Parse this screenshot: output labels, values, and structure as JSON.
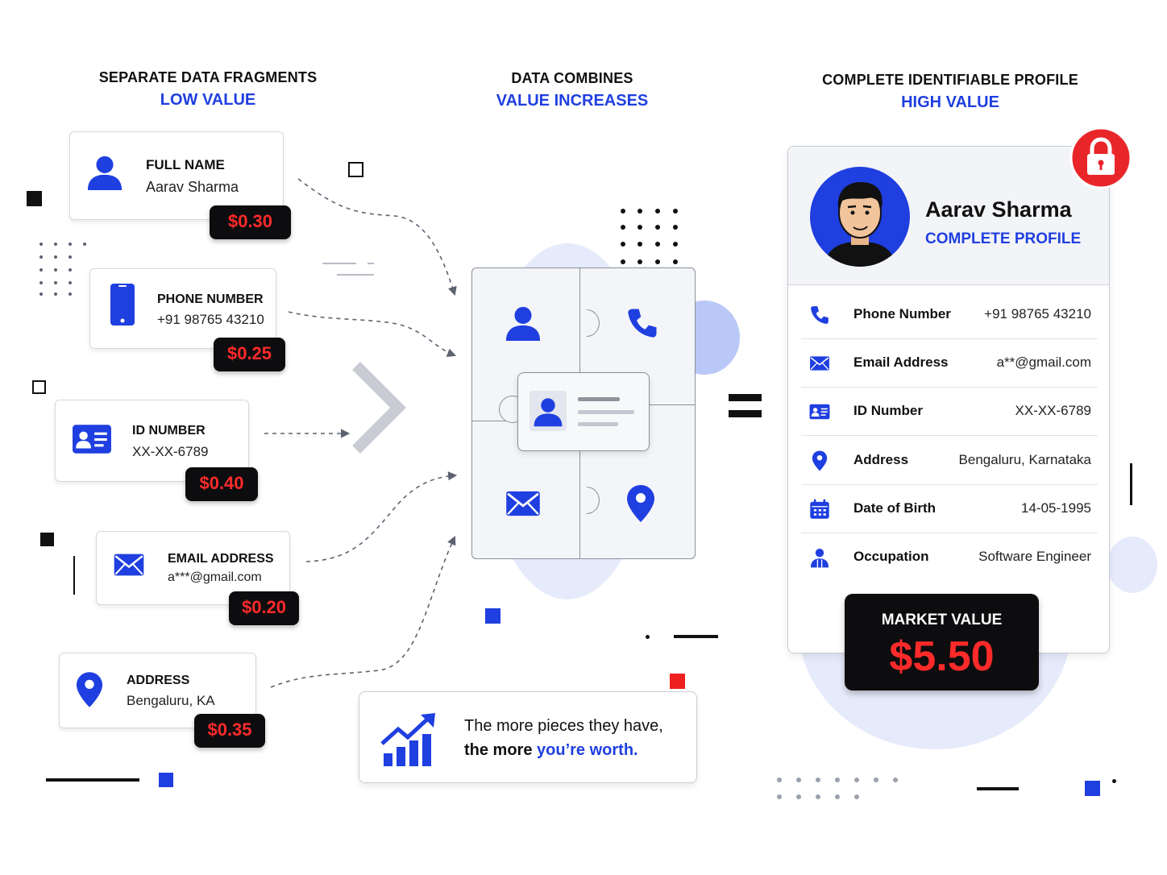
{
  "columns": {
    "left": {
      "title": "SEPARATE DATA FRAGMENTS",
      "subtitle": "LOW VALUE"
    },
    "middle": {
      "title": "DATA COMBINES",
      "subtitle": "VALUE INCREASES"
    },
    "right": {
      "title": "COMPLETE IDENTIFIABLE PROFILE",
      "subtitle": "HIGH VALUE"
    }
  },
  "fragments": [
    {
      "label": "FULL NAME",
      "value": "Aarav Sharma",
      "price": "$0.30",
      "icon": "person-icon"
    },
    {
      "label": "PHONE NUMBER",
      "value": "+91 98765 43210",
      "price": "$0.25",
      "icon": "smartphone-icon"
    },
    {
      "label": "ID NUMBER",
      "value": "XX-XX-6789",
      "price": "$0.40",
      "icon": "id-card-icon"
    },
    {
      "label": "EMAIL ADDRESS",
      "value": "a***@gmail.com",
      "price": "$0.20",
      "icon": "envelope-icon"
    },
    {
      "label": "ADDRESS",
      "value": "Bengaluru, KA",
      "price": "$0.35",
      "icon": "location-pin-icon"
    }
  ],
  "puzzle_icons": [
    "person-icon",
    "phone-icon",
    "id-card-icon",
    "envelope-icon",
    "location-pin-icon"
  ],
  "equals_sign": "=",
  "profile": {
    "name": "Aarav Sharma",
    "status": "COMPLETE PROFILE",
    "rows": [
      {
        "label": "Phone Number",
        "value": "+91 98765 43210",
        "icon": "phone-icon"
      },
      {
        "label": "Email Address",
        "value": "a**@gmail.com",
        "icon": "envelope-icon"
      },
      {
        "label": "ID Number",
        "value": "XX-XX-6789",
        "icon": "id-card-icon"
      },
      {
        "label": "Address",
        "value": "Bengaluru, Karnataka",
        "icon": "location-pin-icon"
      },
      {
        "label": "Date of Birth",
        "value": "14-05-1995",
        "icon": "calendar-icon"
      },
      {
        "label": "Occupation",
        "value": "Software Engineer",
        "icon": "worker-icon"
      }
    ]
  },
  "market": {
    "label": "MARKET VALUE",
    "value": "$5.50"
  },
  "tagline": {
    "line1": "The more pieces they have,",
    "line2_prefix": "the more ",
    "line2_highlight": "you’re worth."
  },
  "colors": {
    "accent_blue": "#1f3fe0",
    "price_red": "#ff2a2a",
    "lock_red": "#e8262a",
    "dark": "#0d0d0f"
  }
}
